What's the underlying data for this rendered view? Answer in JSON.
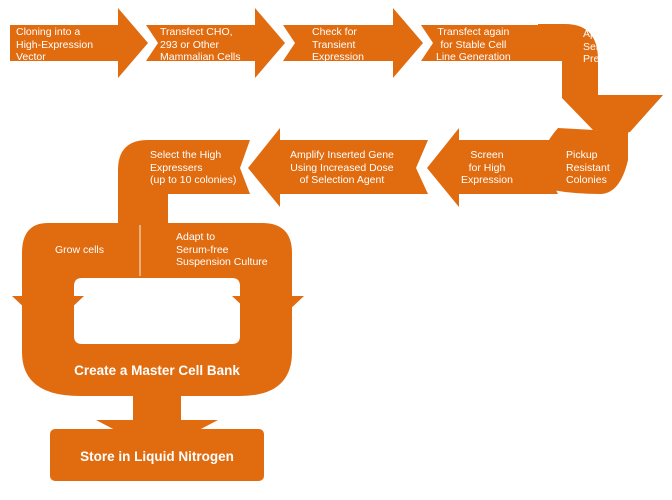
{
  "colors": {
    "accent": "#e16b0f",
    "text": "#ffffff",
    "background": "#ffffff"
  },
  "steps": {
    "cloning": [
      "Cloning into a",
      "High-Expression",
      "Vector"
    ],
    "transfect_cho": [
      "Transfect CHO,",
      "293  or Other",
      "Mammalian Cells"
    ],
    "check_transient": [
      "Check for",
      "Transient",
      "Expression"
    ],
    "transfect_again": [
      "Transfect again",
      "for Stable Cell",
      "Line Generation"
    ],
    "apply_selection": [
      "Apply",
      "Selection",
      "Pressure"
    ],
    "pickup_resistant": [
      "Pickup",
      "Resistant",
      "Colonies"
    ],
    "screen_high": [
      "Screen",
      "for High",
      "Expression"
    ],
    "amplify_gene": [
      "Amplify Inserted Gene",
      "Using Increased Dose",
      "of Selection Agent"
    ],
    "select_high": [
      "Select the High",
      "Expressers",
      "(up to 10 colonies)"
    ],
    "grow_cells": "Grow cells",
    "adapt_serum": [
      "Adapt to",
      "Serum-free",
      "Suspension Culture"
    ],
    "master_bank": "Create a Master Cell Bank",
    "store_nitrogen": "Store in Liquid Nitrogen"
  }
}
